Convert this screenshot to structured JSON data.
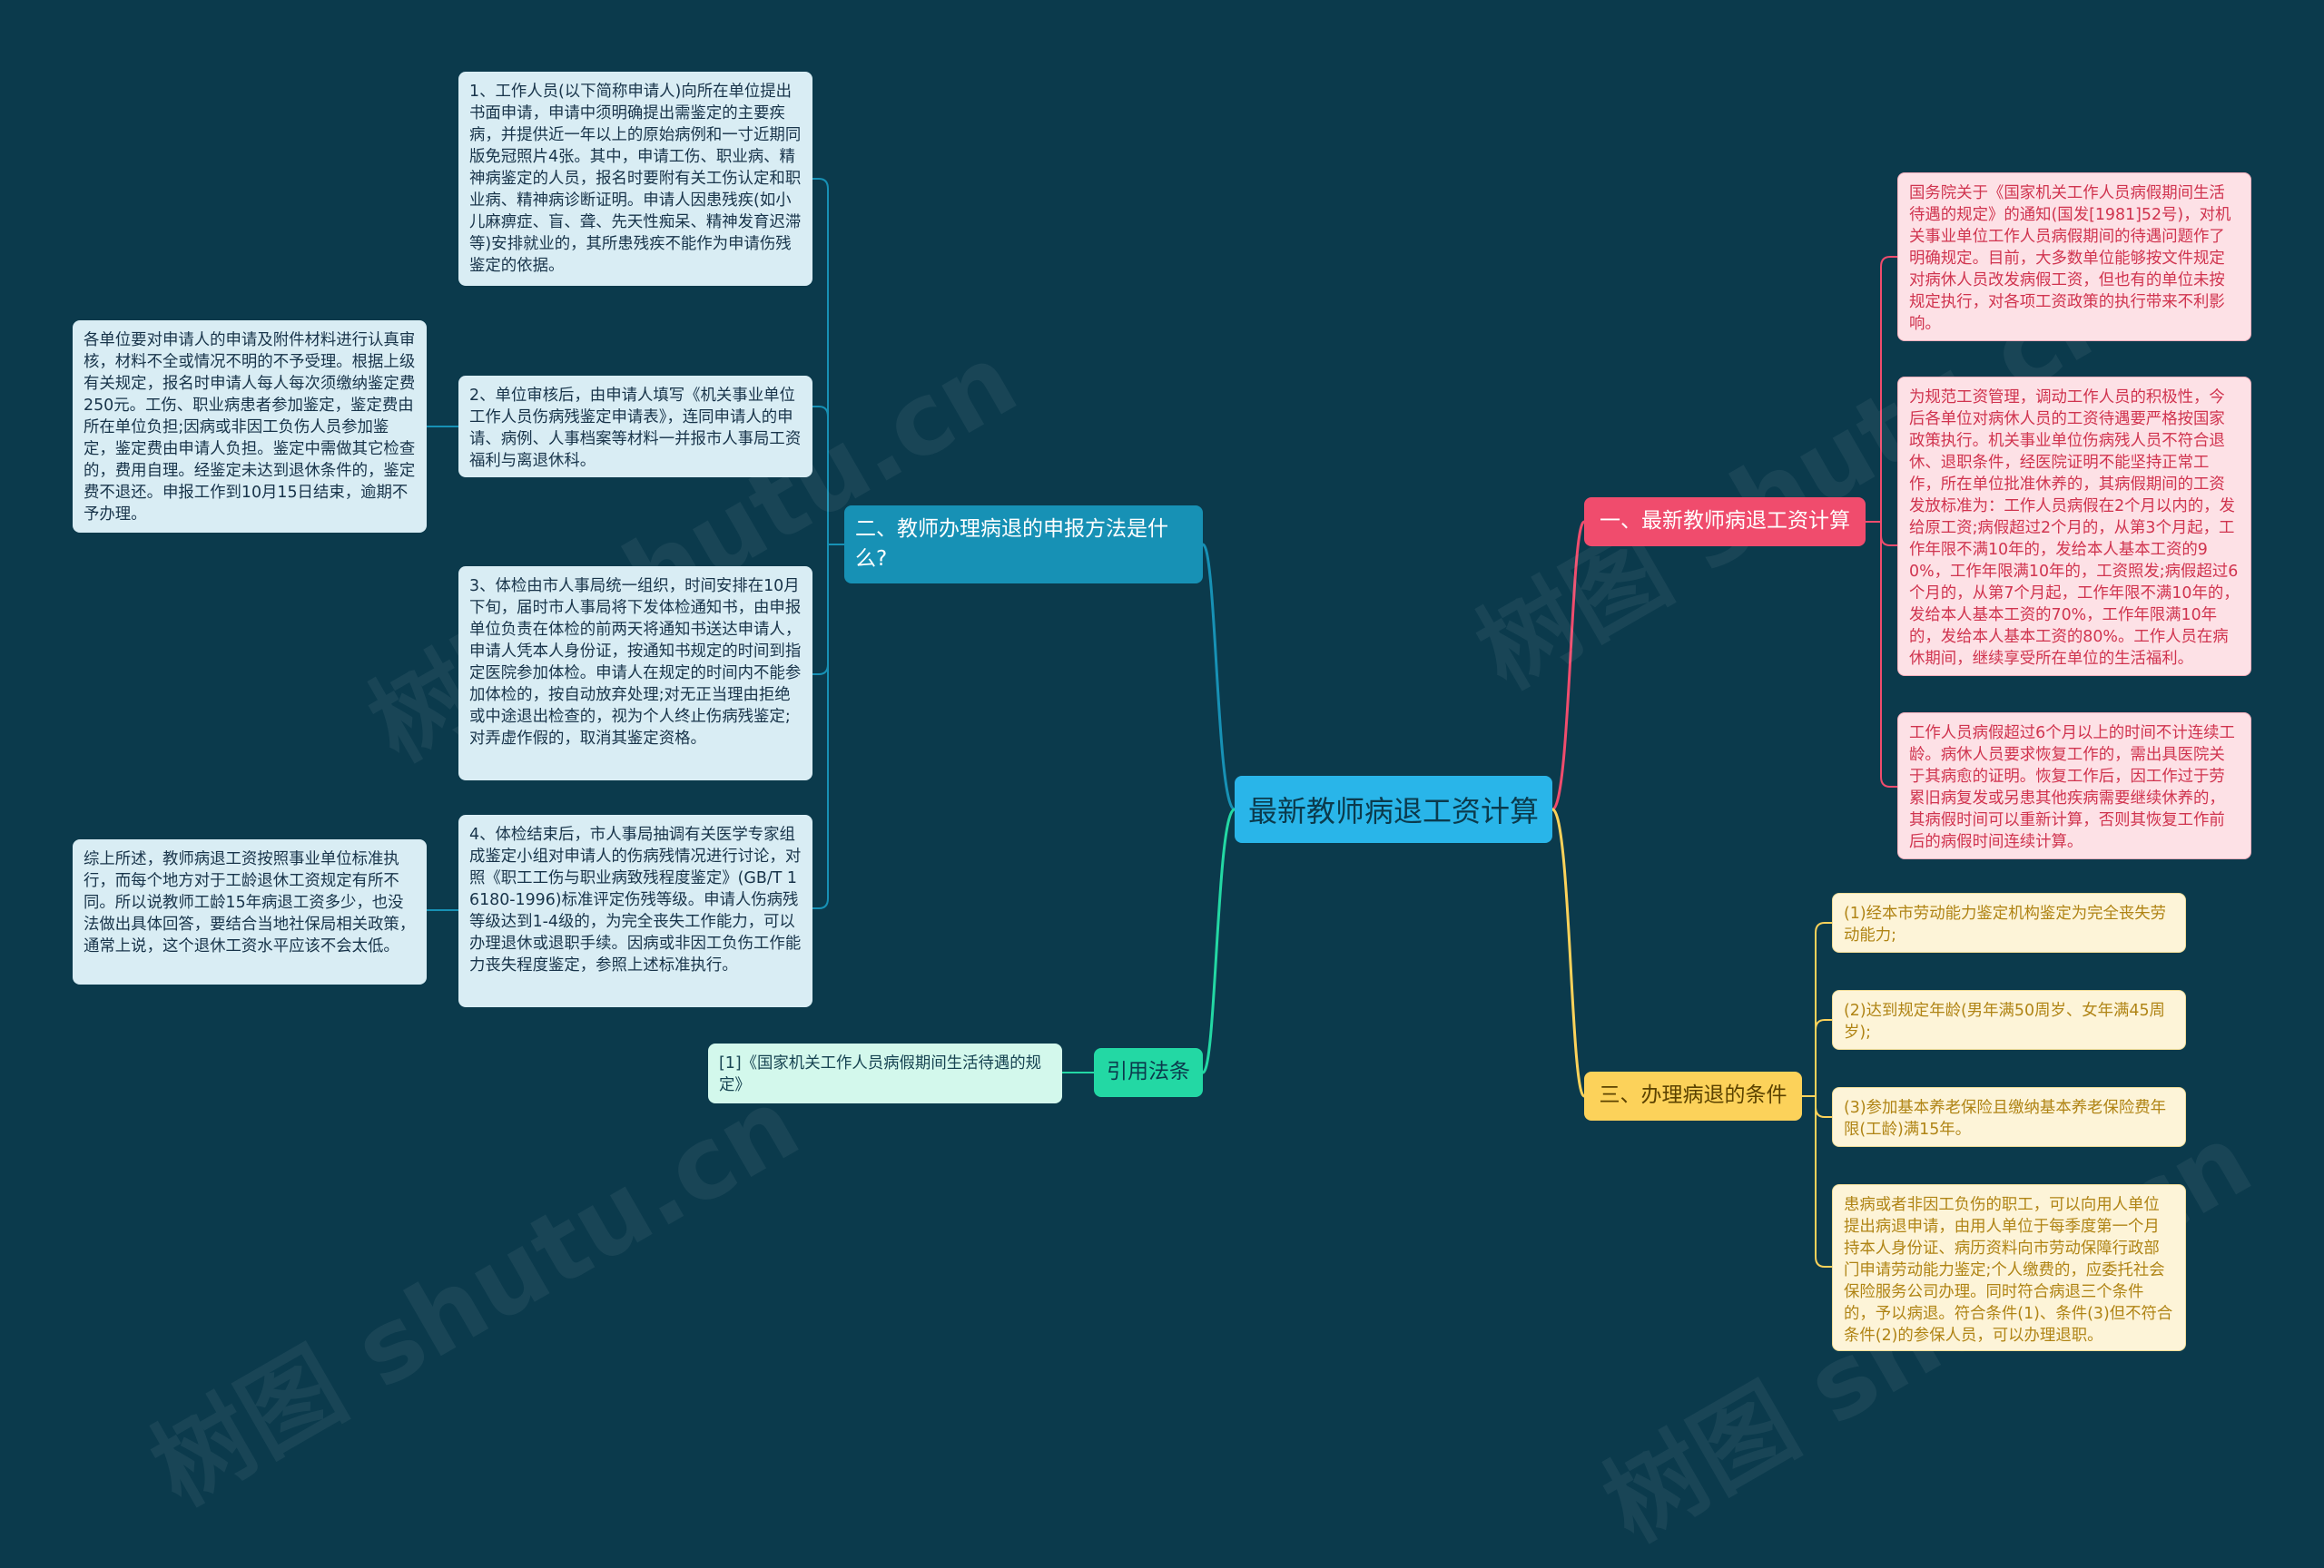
{
  "root": {
    "label": "最新教师病退工资计算"
  },
  "branches": {
    "b1": {
      "label": "一、最新教师病退工资计算",
      "color": "#f04c6d"
    },
    "b2": {
      "label": "二、教师办理病退的申报方法是什么?",
      "color": "#1791b5"
    },
    "b3": {
      "label": "三、办理病退的条件",
      "color": "#fcd25a"
    },
    "b4": {
      "label": "引用法条",
      "color": "#23d8a4"
    }
  },
  "b1_leaves": [
    "国务院关于《国家机关工作人员病假期间生活待遇的规定》的通知(国发[1981]52号)，对机关事业单位工作人员病假期间的待遇问题作了明确规定。目前，大多数单位能够按文件规定对病休人员改发病假工资，但也有的单位未按规定执行，对各项工资政策的执行带来不利影响。",
    "为规范工资管理，调动工作人员的积极性，今后各单位对病休人员的工资待遇要严格按国家政策执行。机关事业单位伤病残人员不符合退休、退职条件，经医院证明不能坚持正常工作，所在单位批准休养的，其病假期间的工资发放标准为：工作人员病假在2个月以内的，发给原工资;病假超过2个月的，从第3个月起，工作年限不满10年的，发给本人基本工资的90%，工作年限满10年的，工资照发;病假超过6个月的，从第7个月起，工作年限不满10年的，发给本人基本工资的70%，工作年限满10年的，发给本人基本工资的80%。工作人员在病休期间，继续享受所在单位的生活福利。",
    "工作人员病假超过6个月以上的时间不计连续工龄。病休人员要求恢复工作的，需出具医院关于其病愈的证明。恢复工作后，因工作过于劳累旧病复发或另患其他疾病需要继续休养的，其病假时间可以重新计算，否则其恢复工作前后的病假时间连续计算。"
  ],
  "b2_leaves": [
    "1、工作人员(以下简称申请人)向所在单位提出书面申请，申请中须明确提出需鉴定的主要疾病，并提供近一年以上的原始病例和一寸近期同版免冠照片4张。其中，申请工伤、职业病、精神病鉴定的人员，报名时要附有关工伤认定和职业病、精神病诊断证明。申请人因患残疾(如小儿麻痹症、盲、聋、先天性痴呆、精神发育迟滞等)安排就业的，其所患残疾不能作为申请伤残鉴定的依据。",
    "2、单位审核后，由申请人填写《机关事业单位工作人员伤病残鉴定申请表》，连同申请人的申请、病例、人事档案等材料一并报市人事局工资福利与离退休科。",
    "3、体检由市人事局统一组织，时间安排在10月下旬，届时市人事局将下发体检通知书，由申报单位负责在体检的前两天将通知书送达申请人，申请人凭本人身份证，按通知书规定的时间到指定医院参加体检。申请人在规定的时间内不能参加体检的，按自动放弃处理;对无正当理由拒绝或中途退出检查的，视为个人终止伤病残鉴定;对弄虚作假的，取消其鉴定资格。",
    "4、体检结束后，市人事局抽调有关医学专家组成鉴定小组对申请人的伤病残情况进行讨论，对照《职工工伤与职业病致残程度鉴定》(GB/T 16180-1996)标准评定伤残等级。申请人伤病残等级达到1-4级的，为完全丧失工作能力，可以办理退休或退职手续。因病或非因工负伤工作能力丧失程度鉴定，参照上述标准执行。"
  ],
  "b2_sub_leaves": [
    "各单位要对申请人的申请及附件材料进行认真审核，材料不全或情况不明的不予受理。根据上级有关规定，报名时申请人每人每次须缴纳鉴定费250元。工伤、职业病患者参加鉴定，鉴定费由所在单位负担;因病或非因工负伤人员参加鉴定，鉴定费由申请人负担。鉴定中需做其它检查的，费用自理。经鉴定未达到退休条件的，鉴定费不退还。申报工作到10月15日结束，逾期不予办理。",
    "综上所述，教师病退工资按照事业单位标准执行，而每个地方对于工龄退休工资规定有所不同。所以说教师工龄15年病退工资多少，也没法做出具体回答，要结合当地社保局相关政策，通常上说，这个退休工资水平应该不会太低。"
  ],
  "b3_leaves": [
    "(1)经本市劳动能力鉴定机构鉴定为完全丧失劳动能力;",
    "(2)达到规定年龄(男年满50周岁、女年满45周岁);",
    "(3)参加基本养老保险且缴纳基本养老保险费年限(工龄)满15年。",
    "患病或者非因工负伤的职工，可以向用人单位提出病退申请，由用人单位于每季度第一个月持本人身份证、病历资料向市劳动保障行政部门申请劳动能力鉴定;个人缴费的，应委托社会保险服务公司办理。同时符合病退三个条件的，予以病退。符合条件(1)、条件(3)但不符合条件(2)的参保人员，可以办理退职。"
  ],
  "b4_leaves": [
    "[1]《国家机关工作人员病假期间生活待遇的规定》"
  ],
  "watermark": "树图 shutu.cn"
}
